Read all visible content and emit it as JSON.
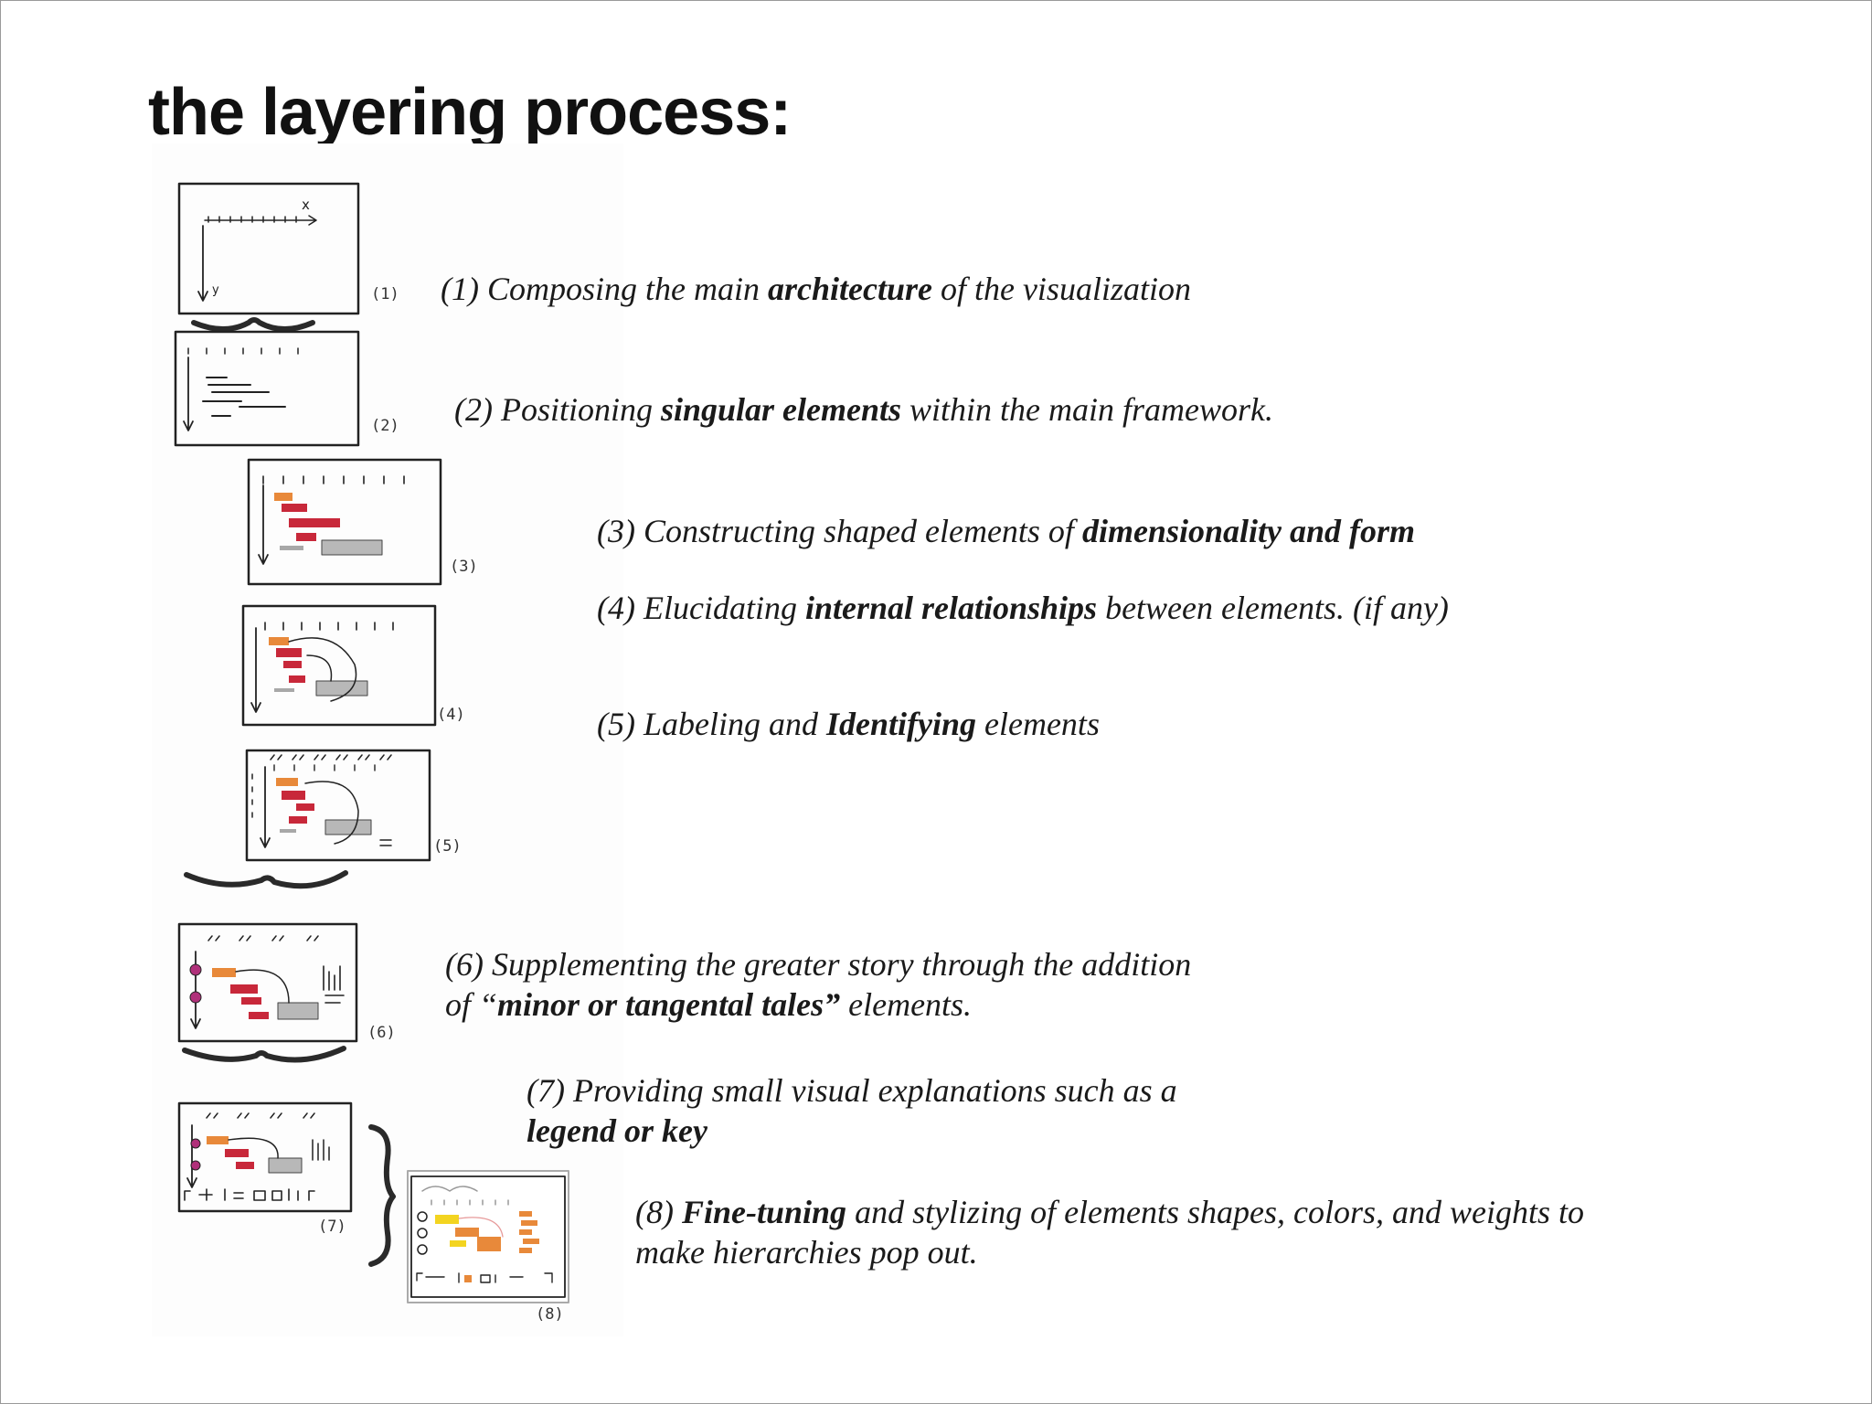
{
  "slide": {
    "title": "the layering process:"
  },
  "sketch": {
    "labels": [
      "(1)",
      "(2)",
      "(3)",
      "(4)",
      "(5)",
      "(6)",
      "(7)",
      "(8)"
    ],
    "axis_labels": {
      "x": "x",
      "y": "y"
    },
    "colors": {
      "orange": "#e8893a",
      "red": "#c8283a",
      "gray": "#a8a8a8",
      "purple": "#b0307a",
      "yellow": "#f3d420"
    }
  },
  "steps": [
    {
      "num": "(1) Composing the main ",
      "bold": "architecture",
      "rest": " of the visualization"
    },
    {
      "num": "(2) Positioning ",
      "bold": "singular elements",
      "rest": " within the main framework."
    },
    {
      "num": "(3) Constructing shaped elements of ",
      "bold": "dimensionality and form",
      "rest": ""
    },
    {
      "num": "(4) Elucidating ",
      "bold": "internal relationships",
      "rest": " between elements. (if any)"
    },
    {
      "num": "(5) Labeling and ",
      "bold": "Identifying",
      "rest": " elements"
    },
    {
      "num": "(6) Supplementing the greater story through the addition",
      "line2_pre": "of “",
      "bold": "minor or tangental tales”",
      "rest": " elements."
    },
    {
      "num": "(7) Providing small visual explanations such as a",
      "bold": "legend or key",
      "rest": ""
    },
    {
      "num": "(8) ",
      "bold": "Fine-tuning",
      "rest": " and stylizing of elements shapes, colors, and weights to make hierarchies pop out."
    }
  ]
}
